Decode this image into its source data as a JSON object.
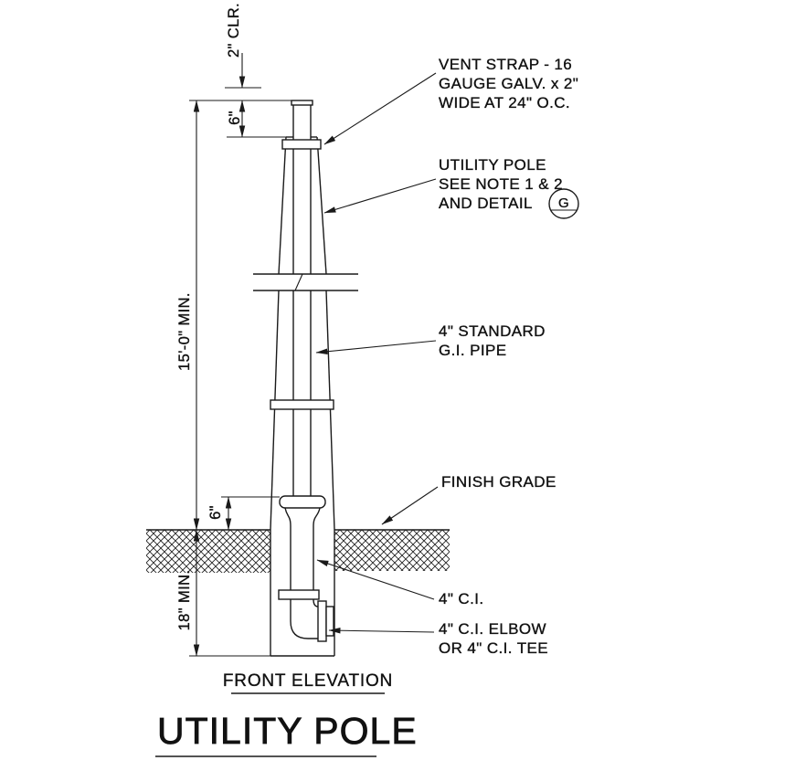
{
  "drawing": {
    "title": "UTILITY POLE",
    "subtitle": "FRONT ELEVATION"
  },
  "annotations": {
    "vent_strap": {
      "line1": "VENT STRAP - 16",
      "line2": "GAUGE GALV. x 2\"",
      "line3": "WIDE AT 24\" O.C."
    },
    "utility_pole": {
      "line1": "UTILITY POLE",
      "line2": "SEE NOTE 1 & 2",
      "line3": "AND DETAIL",
      "detail_bubble": "G"
    },
    "gi_pipe": {
      "line1": "4\" STANDARD",
      "line2": "G.I. PIPE"
    },
    "finish_grade": "FINISH GRADE",
    "ci_pipe": "4\" C.I.",
    "ci_elbow": {
      "line1": "4\" C.I. ELBOW",
      "line2": "OR 4\" C.I. TEE"
    }
  },
  "dimensions": {
    "top_clearance": "2\" CLR.",
    "top_extension": "6\"",
    "pole_height": "15'-0\" MIN.",
    "hub_height": "6\"",
    "burial_depth": "18\" MIN."
  },
  "colors": {
    "line": "#1a1a1a",
    "background": "#ffffff"
  }
}
